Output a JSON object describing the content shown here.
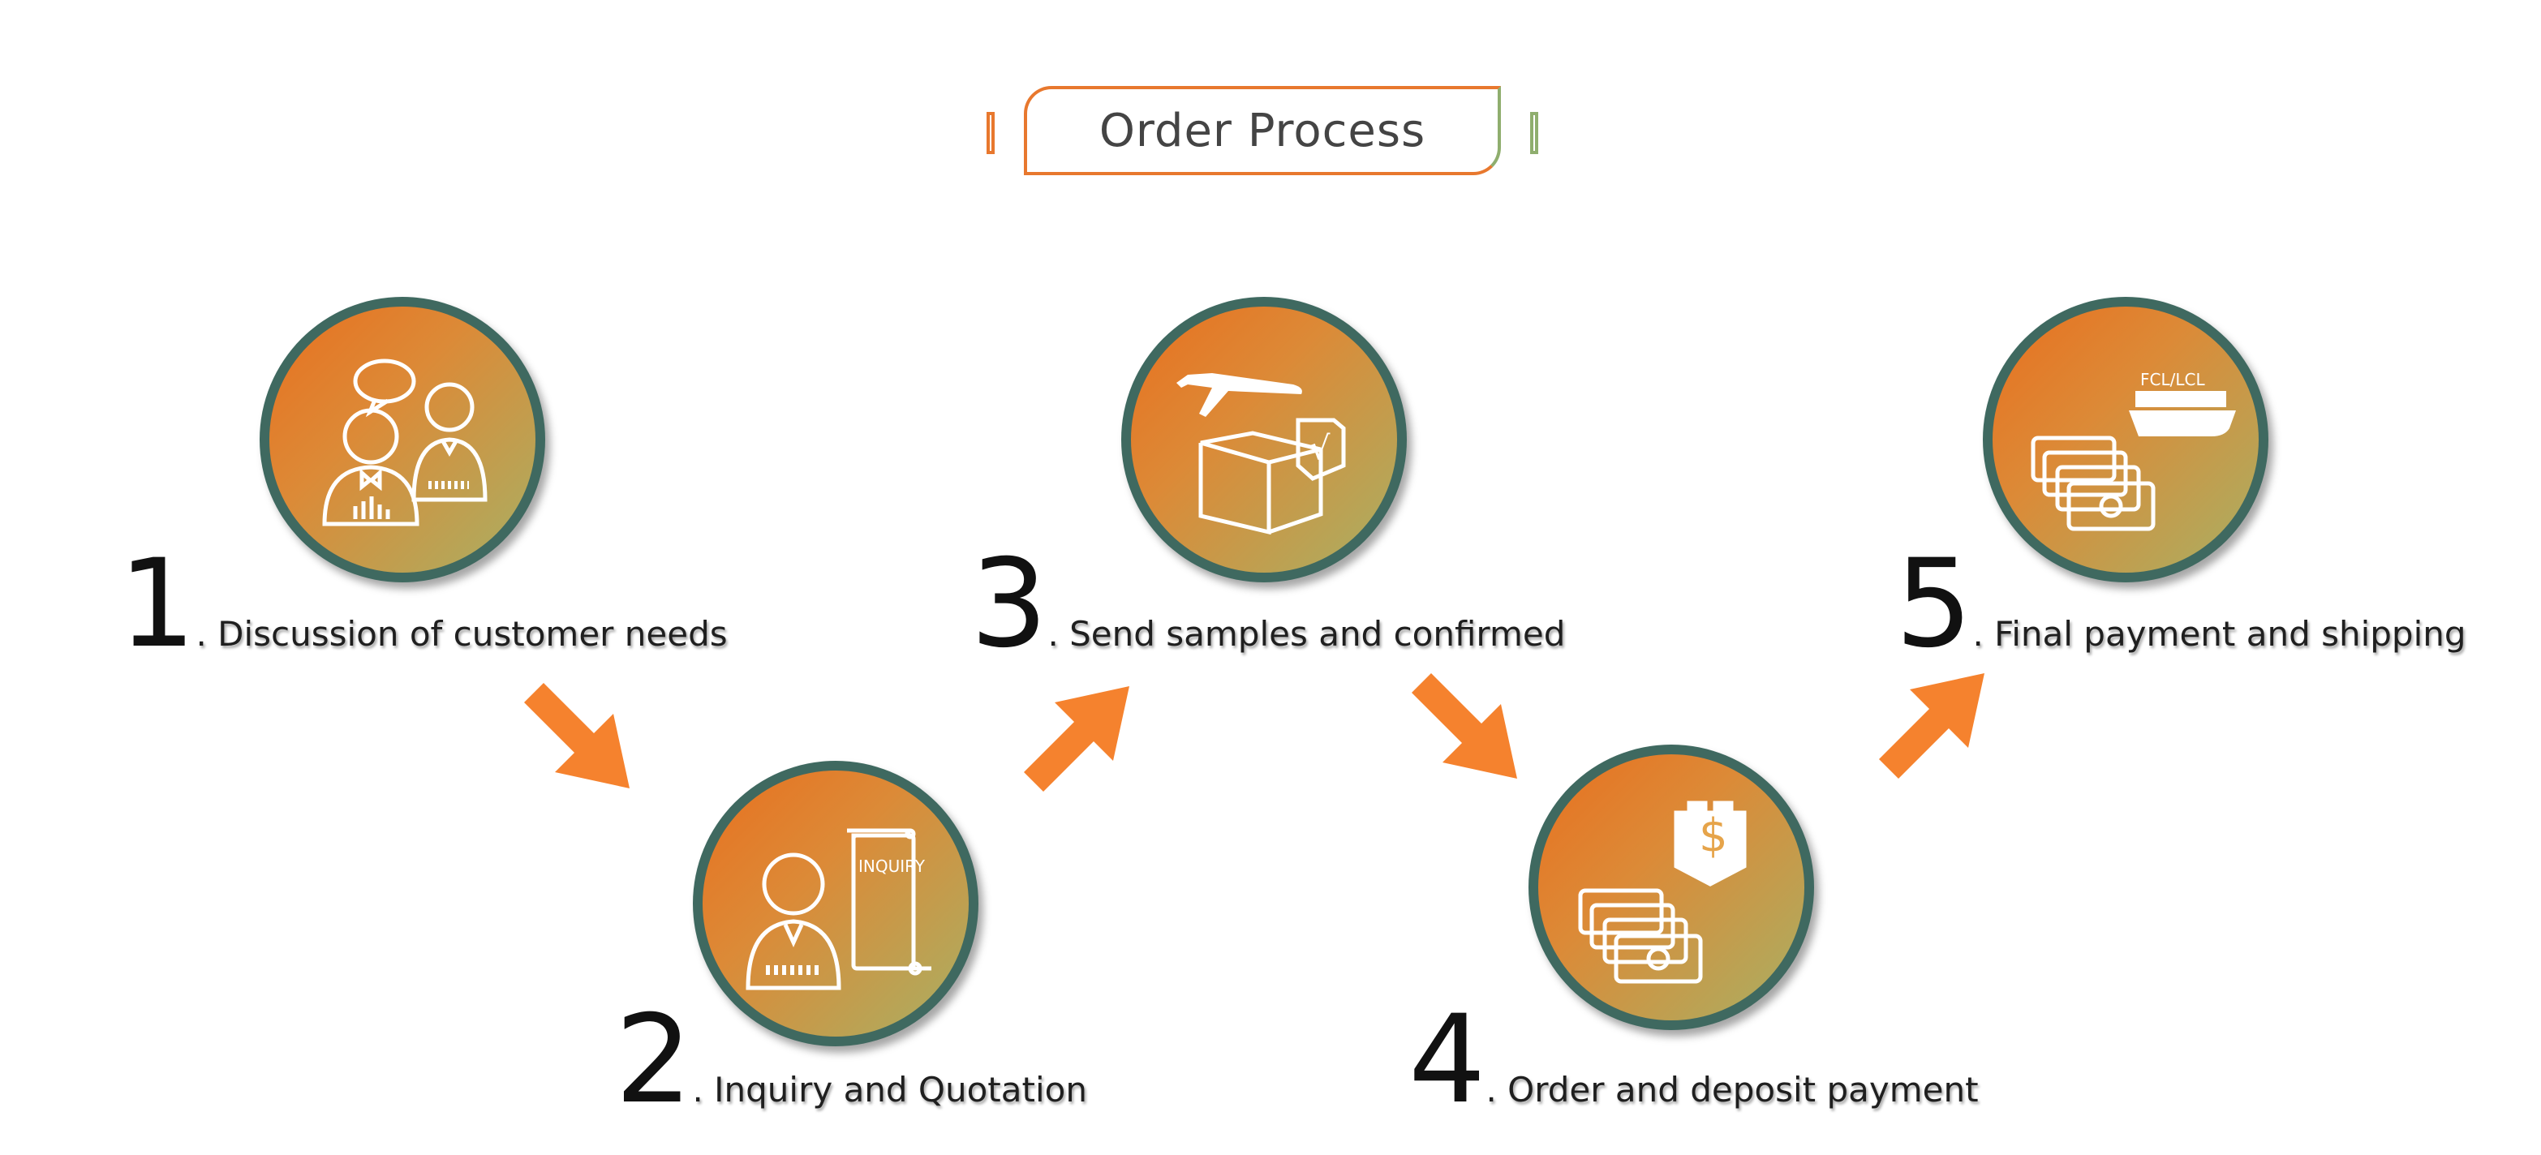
{
  "title": "Order Process",
  "colors": {
    "accent_orange": "#e8782e",
    "accent_green": "#8fae6e",
    "ring": "#3f6960",
    "arrow": "#f5822e"
  },
  "steps": [
    {
      "number": "1",
      "text": ". Discussion of customer needs",
      "icon": "meeting-icon"
    },
    {
      "number": "2",
      "text": ". Inquiry and Quotation",
      "icon": "inquiry-icon",
      "doc_label": "INQUIRY"
    },
    {
      "number": "3",
      "text": ". Send samples and confirmed",
      "icon": "shipping-sample-icon"
    },
    {
      "number": "4",
      "text": ". Order and deposit payment",
      "icon": "deposit-payment-icon",
      "currency": "$"
    },
    {
      "number": "5",
      "text": ". Final payment and shipping",
      "icon": "ship-payment-icon",
      "ship_label": "FCL/LCL"
    }
  ]
}
